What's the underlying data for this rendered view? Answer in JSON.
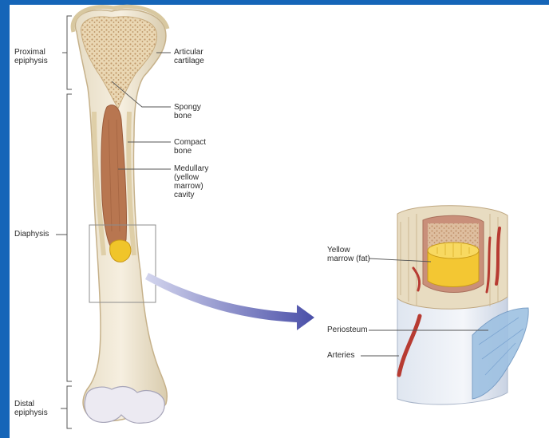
{
  "colors": {
    "frame": "#1565b8",
    "bone_light": "#f1e6cc",
    "bone_outline": "#d8c59b",
    "spongy": "#caa477",
    "marrow": "#b5704a",
    "fat": "#f0c52a",
    "artery": "#b73b32",
    "periosteum": "#a9c7e4",
    "arrow": "#5b5fb0"
  },
  "labels": {
    "proximal_epiphysis": "Proximal\nepiphysis",
    "diaphysis": "Diaphysis",
    "distal_epiphysis": "Distal\nepiphysis",
    "articular_cartilage": "Articular\ncartilage",
    "spongy_bone": "Spongy\nbone",
    "compact_bone": "Compact\nbone",
    "medullary_cavity": "Medullary\n(yellow\nmarrow)\ncavity",
    "yellow_marrow": "Yellow\nmarrow (fat)",
    "periosteum": "Periosteum",
    "arteries": "Arteries"
  }
}
